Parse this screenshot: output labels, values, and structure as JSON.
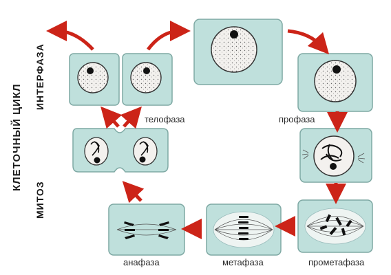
{
  "labels": {
    "cell_cycle": "КЛЕТОЧНЫЙ ЦИКЛ",
    "interphase": "ИНТЕРФАЗА",
    "mitosis": "МИТОЗ",
    "telophase": "телофаза",
    "prophase": "профаза",
    "anaphase": "анафаза",
    "metaphase": "метафаза",
    "prometaphase": "прометафаза"
  },
  "colors": {
    "cell_fill": "#bfe0dc",
    "cell_stroke": "#7fa9a4",
    "nucleus_fill": "#f3f1ee",
    "arrow": "#cc2418",
    "chromosome": "#1b1b1b"
  }
}
